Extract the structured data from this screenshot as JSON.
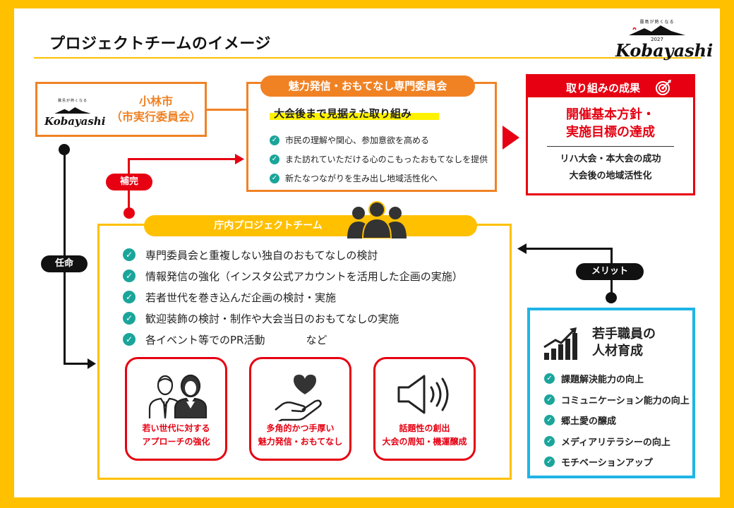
{
  "title": "プロジェクトチームのイメージ",
  "logo": {
    "tagline": "霧島が熱くなる",
    "year": "2027",
    "word": "Kobayashi"
  },
  "city_box": {
    "line1": "小林市",
    "line2": "（市実行委員会）"
  },
  "committee": {
    "label": "魅力発信・おもてなし専門委員会",
    "subtitle": "大会後まで見据えた取り組み",
    "items": [
      "市民の理解や関心、参加意欲を高める",
      "また訪れていただける心のこもったおもてなしを提供",
      "新たなつながりを生み出し地域活性化へ"
    ]
  },
  "results": {
    "label": "取り組みの成果",
    "headline1": "開催基本方針・",
    "headline2": "実施目標の達成",
    "sub1": "リハ大会・本大会の成功",
    "sub2": "大会後の地域活性化"
  },
  "connectors": {
    "appoint": "任命",
    "supplement": "補完",
    "merit": "メリット"
  },
  "team": {
    "label": "庁内プロジェクトチーム",
    "items": [
      "専門委員会と重複しない独自のおもてなしの検討",
      "情報発信の強化（インスタ公式アカウントを活用した企画の実施）",
      "若者世代を巻き込んだ企画の検討・実施",
      "歓迎装飾の検討・制作や大会当日のおもてなしの実施",
      "各イベント等でのPR活動"
    ],
    "etc": "など",
    "features": [
      {
        "line1": "若い世代に対する",
        "line2": "アプローチの強化"
      },
      {
        "line1": "多角的かつ手厚い",
        "line2": "魅力発信・おもてなし"
      },
      {
        "line1": "話題性の創出",
        "line2": "大会の周知・機運醸成"
      }
    ]
  },
  "staff": {
    "title1": "若手職員の",
    "title2": "人材育成",
    "items": [
      "課題解決能力の向上",
      "コミュニケーション能力の向上",
      "郷土愛の醸成",
      "メディアリテラシーの向上",
      "モチベーションアップ"
    ]
  },
  "colors": {
    "yellow": "#FFC000",
    "orange": "#F08224",
    "red": "#E60012",
    "blue": "#1FB4E6",
    "teal": "#1AA59A"
  }
}
